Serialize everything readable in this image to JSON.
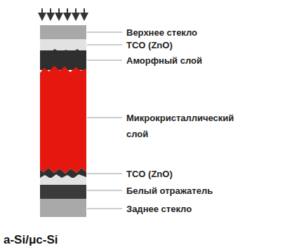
{
  "diagram": {
    "caption": "a-Si/μc-Si",
    "labels": [
      "Верхнее стекло",
      "TCO (ZnO)",
      "Аморфный слой",
      "Микрокристаллический слой",
      "TCO (ZnO)",
      "Белый отражатель",
      "Заднее стекло"
    ]
  }
}
